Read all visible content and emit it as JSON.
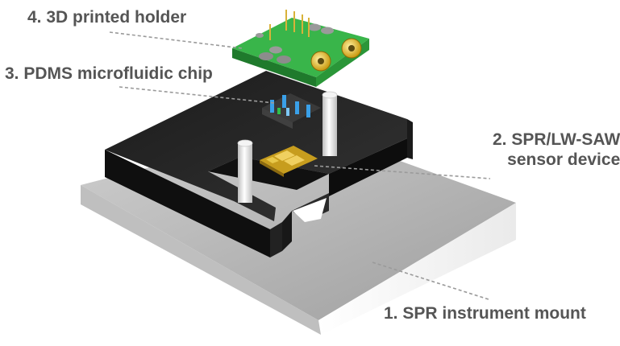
{
  "labels": {
    "holder": "4. 3D printed holder",
    "chip": "3. PDMS microfluidic chip",
    "sensor_line1": "2. SPR/LW-SAW",
    "sensor_line2": "sensor device",
    "mount": "1. SPR instrument mount"
  },
  "colors": {
    "label_text": "#555555",
    "leader_line": "#9a9a9a",
    "mount_top": "#d9d9d9",
    "mount_side": "#eeeeee",
    "mount_front": "#c4c4c4",
    "holder_black": "#262626",
    "pcb_green": "#3bb34a",
    "pcb_dark": "#238a33",
    "connector_gold": "#e2b826",
    "sensor_gold": "#d9b42c",
    "pillar": "#e8e8e8",
    "fluid_blue": "#3aa0e8"
  },
  "icons": {
    "mount": "mount-plate-icon",
    "holder": "black-holder-icon",
    "pcb": "pcb-holder-icon",
    "chip": "pdms-chip-icon",
    "sensor": "sensor-chip-icon"
  }
}
